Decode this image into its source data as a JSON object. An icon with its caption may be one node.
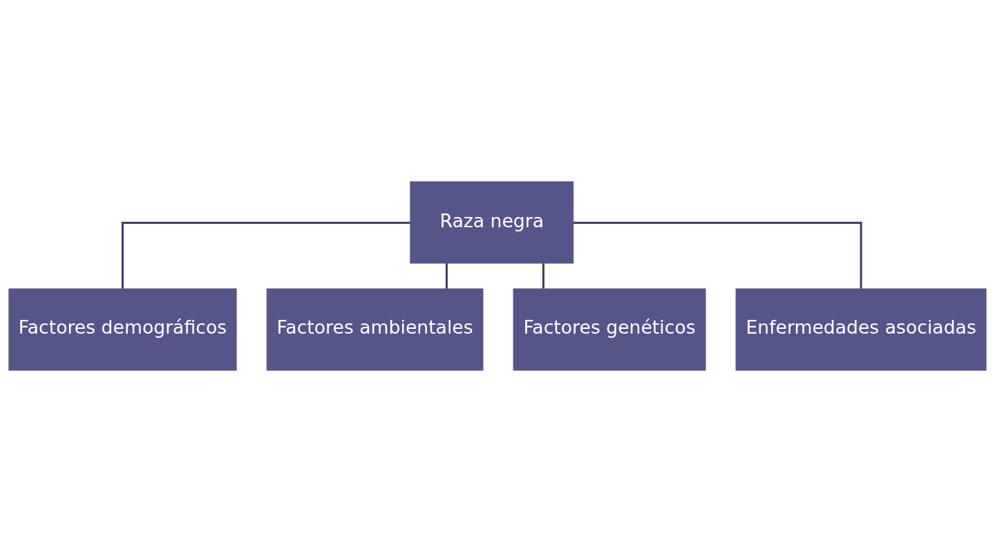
{
  "diagram": {
    "nodes": [
      {
        "text": [
          "Raza negra"
        ]
      },
      {
        "text": [
          "Factores demográficos"
        ]
      },
      {
        "text": [
          "Factores ambientales"
        ]
      },
      {
        "text": [
          "Factores genéticos"
        ]
      },
      {
        "text": [
          "Enfermedades asociadas"
        ]
      }
    ],
    "edges": [
      {
        "from": 0,
        "to": 1,
        "arrow": "none"
      },
      {
        "from": 0,
        "to": 2,
        "arrow": "none"
      },
      {
        "from": 0,
        "to": 3,
        "arrow": "none"
      },
      {
        "from": 0,
        "to": 4,
        "arrow": "none"
      }
    ]
  }
}
